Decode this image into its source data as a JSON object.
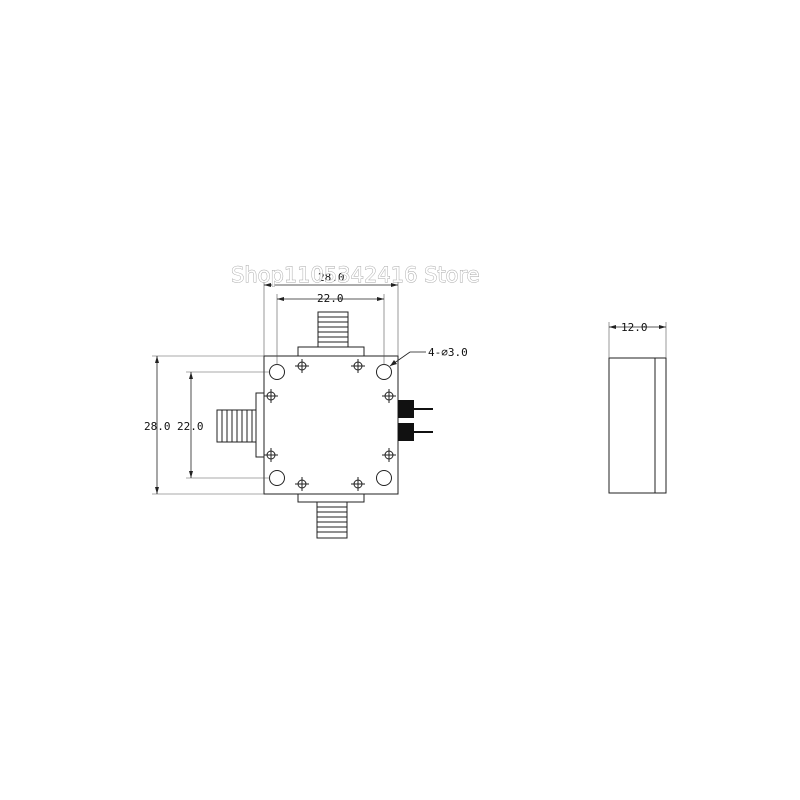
{
  "watermark": "Shop1105342416 Store",
  "dimensions": {
    "top_outer": "28.0",
    "top_inner": "22.0",
    "left_outer": "28.0",
    "left_inner": "22.0",
    "hole_callout": "4-∅3.0",
    "side_thickness": "12.0"
  }
}
